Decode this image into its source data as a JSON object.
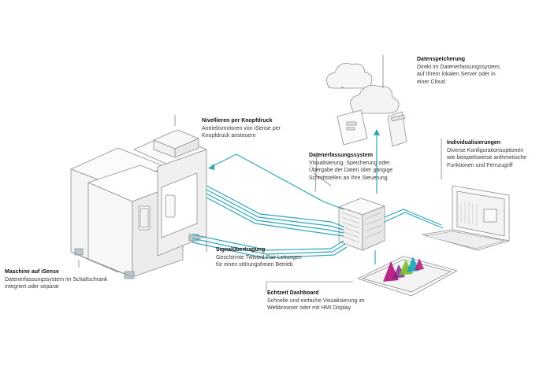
{
  "labels": {
    "datenspeicherung": {
      "title": "Datenspeicherung",
      "lines": [
        "Direkt im Datenerfassungssystem,",
        "auf Ihrem lokalen Server oder in",
        "einer Cloud"
      ]
    },
    "nivellieren": {
      "title": "Nivellieren per Knopfdruck",
      "lines": [
        "Antriebsmotoren von iSense per",
        "Knopfdruck ansteuern"
      ]
    },
    "datenerfassung": {
      "title": "Datenerfassungssystem",
      "lines": [
        "Visualisierung, Speicherung oder",
        "Übergabe der Daten über gängige",
        "Schnittstellen an Ihre Steuerung"
      ]
    },
    "individualisierungen": {
      "title": "Individualisierungen",
      "lines": [
        "Diverse Konfigurationsoptionen",
        "wie beispielsweise arithmetische",
        "Funktionen und Fernzugriff"
      ]
    },
    "signal": {
      "title": "Signalübertragung",
      "lines": [
        "Geschirmte Twisted-Pair Leitungen",
        "für einen störungsfreien Betrieb"
      ]
    },
    "maschine": {
      "title": "Maschine auf iSense",
      "lines": [
        "Datenerfassungssystem im Schaltschrank",
        "integriert oder separat"
      ]
    },
    "dashboard": {
      "title": "Echtzeit Dashboard",
      "lines": [
        "Schnelle und einfache Visualisierung im",
        "Webbrowser oder mit HMI Display"
      ]
    }
  },
  "colors": {
    "cable": "#2fa6b8",
    "outline": "#8e8e8e",
    "leader": "#555555",
    "peak_magenta": "#b4157a",
    "peak_green": "#7cba2e",
    "peak_teal": "#1aa3b8"
  },
  "icons": [
    "cloud-icon",
    "server-rack-icon",
    "laptop-icon",
    "tablet-dashboard-icon",
    "machine-icon",
    "storage-unit-icon"
  ]
}
